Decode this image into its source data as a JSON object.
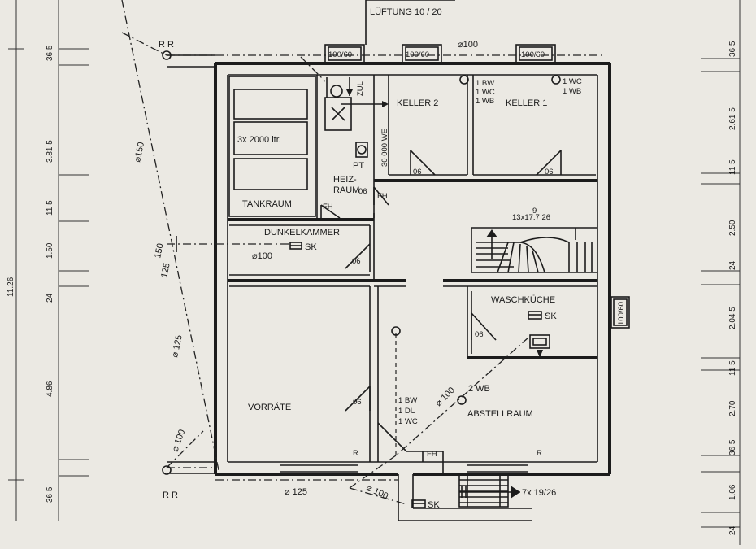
{
  "top_label": "LÜFTUNG 10 / 20",
  "chimneys": {
    "c1": "100/60",
    "c2": "100/60",
    "c3": "100/60",
    "c4": "100/60"
  },
  "rooms": {
    "tankraum": "TANKRAUM",
    "tanks": "3x 2000 ltr.",
    "heizraum_1": "HEIZ-",
    "heizraum_2": "RAUM",
    "keller2": "KELLER 2",
    "keller1": "KELLER 1",
    "dunkelkammer": "DUNKELKAMMER",
    "waschkueche": "WASCHKÜCHE",
    "vorraete": "VORRÄTE",
    "abstellraum": "ABSTELLRAUM"
  },
  "fixtures": {
    "zul": "ZUL",
    "boiler": "30 000 WE",
    "pt": "PT",
    "fh1": "FH",
    "fh2": "FH",
    "fh3": "FH",
    "sk1": "SK",
    "sk2": "SK",
    "sk3": "SK",
    "r1": "R",
    "r2": "R",
    "rr_top": "R R",
    "rr_bottom": "R R",
    "stairs_n": "9",
    "stairs": "13x17.7 26",
    "stairs_out": "7x 19/26"
  },
  "door_widths": {
    "d1": "06",
    "d2": "06",
    "d3": "06",
    "d4": "06",
    "d5": "06",
    "d6": "06"
  },
  "pipe_labels": {
    "p100_top": "⌀100",
    "p150": "⌀150",
    "p100_dunkel": "⌀100",
    "p150_side": "150",
    "p125_side": "125",
    "p125_diag": "⌀ 125",
    "p100_lower": "⌀ 100",
    "p100_diag": "⌀ 100",
    "p125_bottom": "⌀ 125",
    "p100_bottom": "⌀ 100"
  },
  "connections": {
    "k2_l1": "1 BW",
    "k2_l2": "1 WC",
    "k2_l3": "1 WB",
    "k1_l1": "1 WC",
    "k1_l2": "1 WB",
    "vr_l1": "1 BW",
    "vr_l2": "1 DU",
    "vr_l3": "1 WC",
    "wb": "2 WB"
  },
  "dimensions_left": {
    "overall": "11.26",
    "d1": "36 5",
    "d2": "3.81 5",
    "d3": "11 5",
    "d4": "1.50",
    "d5": "24",
    "d6": "4.86",
    "d7": "36 5"
  },
  "dimensions_right": {
    "d1": "36 5",
    "d2": "2.61 5",
    "d3": "11 5",
    "d4": "2.50",
    "d5": "24",
    "d6": "2.04 5",
    "d7": "11 5",
    "d8": "2.70",
    "d9": "36 5",
    "d10": "1.06",
    "d11": "24"
  }
}
